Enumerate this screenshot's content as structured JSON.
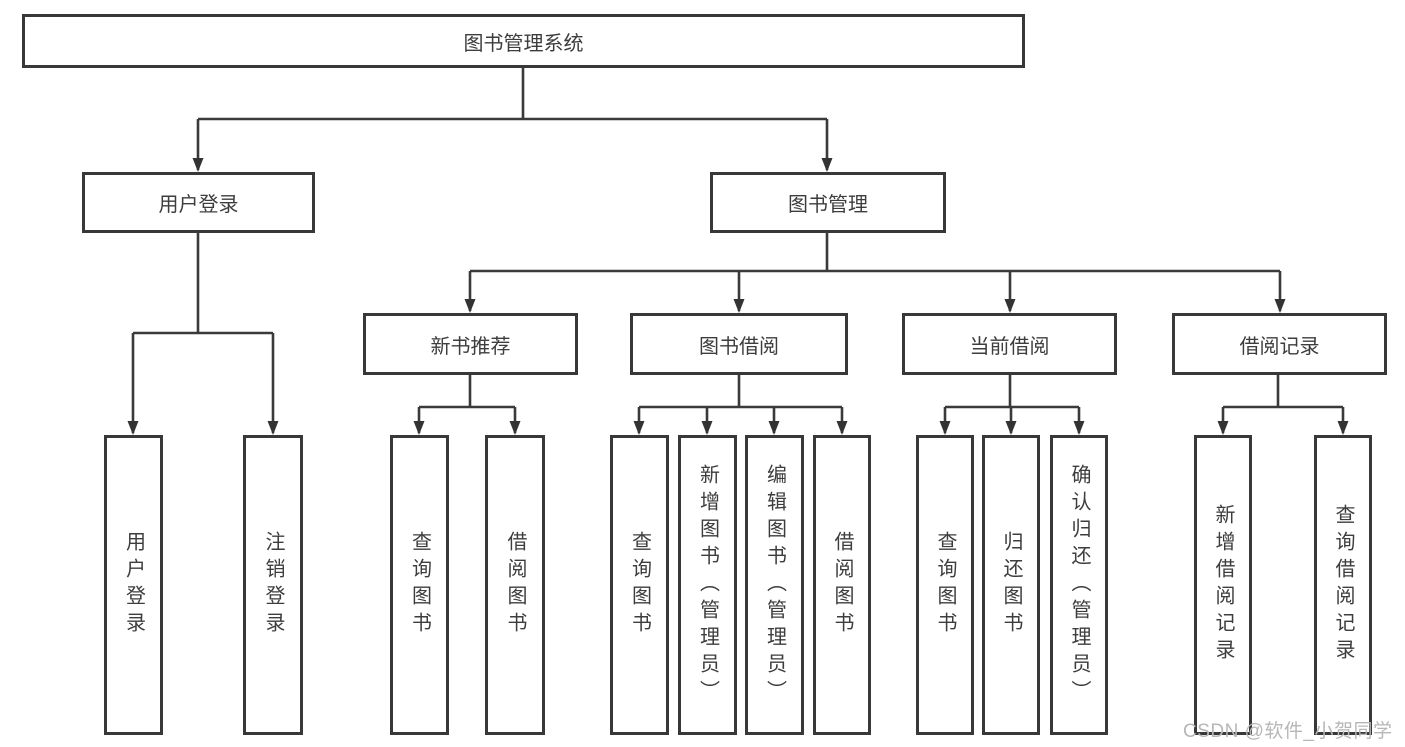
{
  "diagram": {
    "root": {
      "label": "图书管理系统"
    },
    "level2": [
      {
        "label": "用户登录"
      },
      {
        "label": "图书管理"
      }
    ],
    "level3": [
      {
        "label": "新书推荐"
      },
      {
        "label": "图书借阅"
      },
      {
        "label": "当前借阅"
      },
      {
        "label": "借阅记录"
      }
    ],
    "leaves": [
      {
        "label": "用户登录"
      },
      {
        "label": "注销登录"
      },
      {
        "label": "查询图书"
      },
      {
        "label": "借阅图书"
      },
      {
        "label": "查询图书"
      },
      {
        "label": "新增图书（管理员）"
      },
      {
        "label": "编辑图书（管理员）"
      },
      {
        "label": "借阅图书"
      },
      {
        "label": "查询图书"
      },
      {
        "label": "归还图书"
      },
      {
        "label": "确认归还（管理员）"
      },
      {
        "label": "新增借阅记录"
      },
      {
        "label": "查询借阅记录"
      }
    ],
    "watermark": "CSDN @软件_小贺同学",
    "colors": {
      "line": "#3a3a3a",
      "border": "#383838",
      "text": "#3d3d3d",
      "watermark": "#b7b7b7",
      "background": "#ffffff"
    }
  }
}
